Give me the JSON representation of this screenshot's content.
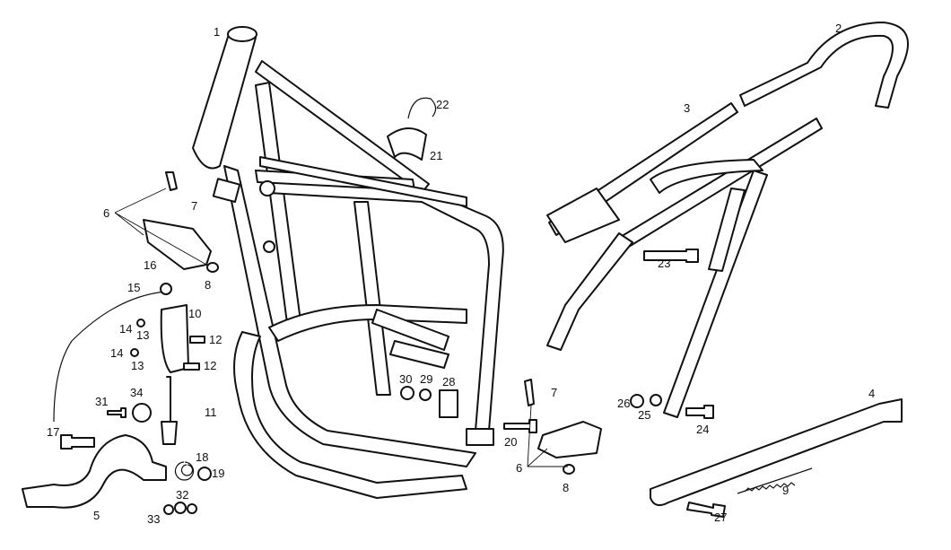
{
  "diagram": {
    "title": "Frame exploded parts diagram",
    "ink_color": "#111111",
    "background": "#ffffff",
    "callouts": [
      "1",
      "2",
      "3",
      "22",
      "21",
      "6",
      "7",
      "16",
      "8",
      "15",
      "10",
      "14",
      "13",
      "12",
      "14",
      "13",
      "12",
      "23",
      "34",
      "31",
      "11",
      "30",
      "29",
      "28",
      "7",
      "26",
      "25",
      "24",
      "4",
      "17",
      "18",
      "19",
      "20",
      "6",
      "8",
      "32",
      "33",
      "5",
      "9",
      "27"
    ]
  }
}
